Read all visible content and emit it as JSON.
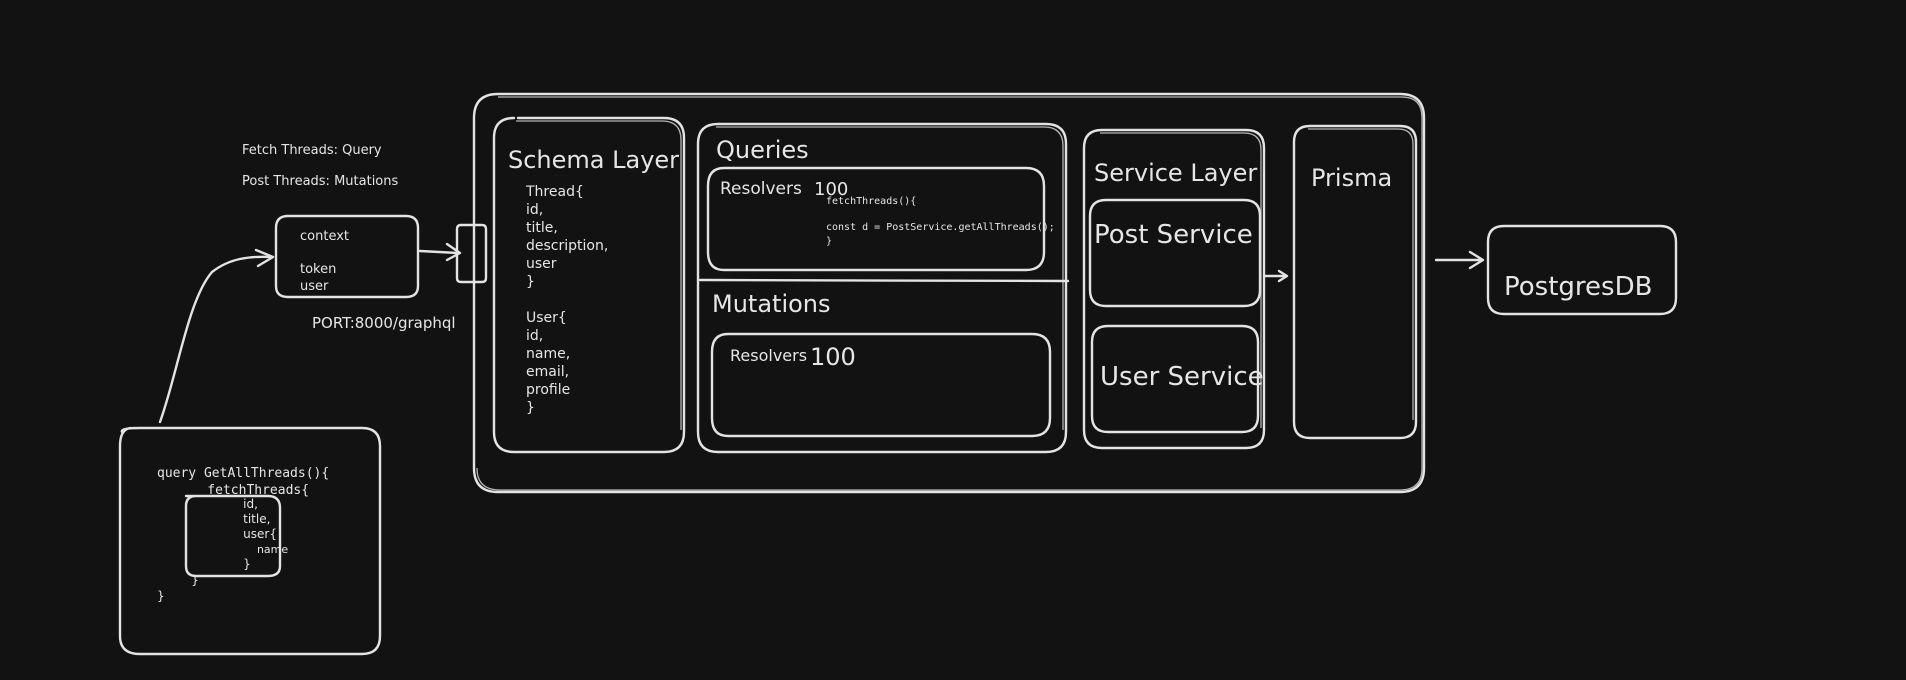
{
  "notes": {
    "fetch": "Fetch Threads: Query",
    "post": "Post Threads: Mutations",
    "port": "PORT:8000/graphql"
  },
  "context_box": {
    "lines": [
      "context",
      "",
      "token",
      "user"
    ]
  },
  "query_box": {
    "lines": [
      "query GetAllThreads(){",
      "    fetchThreads{",
      "          id,",
      "          title,",
      "          user{",
      "            name",
      "          }",
      "    }",
      "}"
    ]
  },
  "schema_layer": {
    "title": "Schema Layer",
    "thread_lines": [
      "Thread{",
      "id,",
      "title,",
      "description,",
      "user",
      "}"
    ],
    "user_lines": [
      "User{",
      "id,",
      "name,",
      "email,",
      "profile",
      "}"
    ]
  },
  "queries": {
    "title": "Queries",
    "resolver_label": "Resolvers",
    "resolver_count": "100",
    "code_lines": [
      "fetchThreads(){",
      "",
      "const d = PostService.getAllThreads();",
      "}"
    ]
  },
  "mutations": {
    "title": "Mutations",
    "resolver_label": "Resolvers",
    "resolver_count": "100"
  },
  "service_layer": {
    "title": "Service Layer",
    "post_service": "Post Service",
    "user_service": "User Service"
  },
  "prisma": {
    "title": "Prisma"
  },
  "database": {
    "title": "PostgresDB"
  }
}
